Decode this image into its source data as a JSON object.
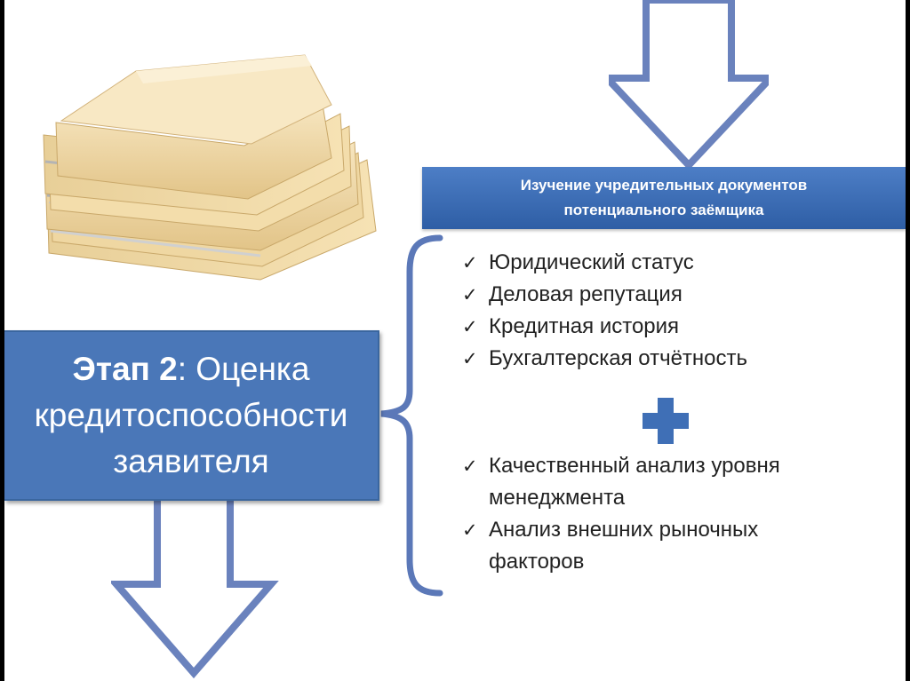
{
  "topic_bar": {
    "line1": "Изучение учредительных документов",
    "line2": "потенциального заёмщика"
  },
  "stage_box": {
    "label_bold": "Этап 2",
    "label_rest": ": Оценка",
    "line2": "кредитоспособности",
    "line3": "заявителя"
  },
  "list_top": [
    {
      "text": "Юридический статус"
    },
    {
      "text": "Деловая репутация"
    },
    {
      "text": "Кредитная история"
    },
    {
      "text": "Бухгалтерская отчётность"
    }
  ],
  "list_bottom": [
    {
      "line1": "Качественный анализ уровня",
      "line2": "менеджмента"
    },
    {
      "line1": "Анализ внешних рыночных",
      "line2": "факторов"
    }
  ],
  "colors": {
    "accent_blue": "#4a77b8",
    "arrow_outline": "#6a82bd",
    "plus_blue": "#3f6fb6",
    "folder_tan": "#f0d9a6"
  },
  "icons": {
    "check": "✓",
    "folders_image": "stack-of-folders-icon",
    "plus": "plus-icon"
  }
}
